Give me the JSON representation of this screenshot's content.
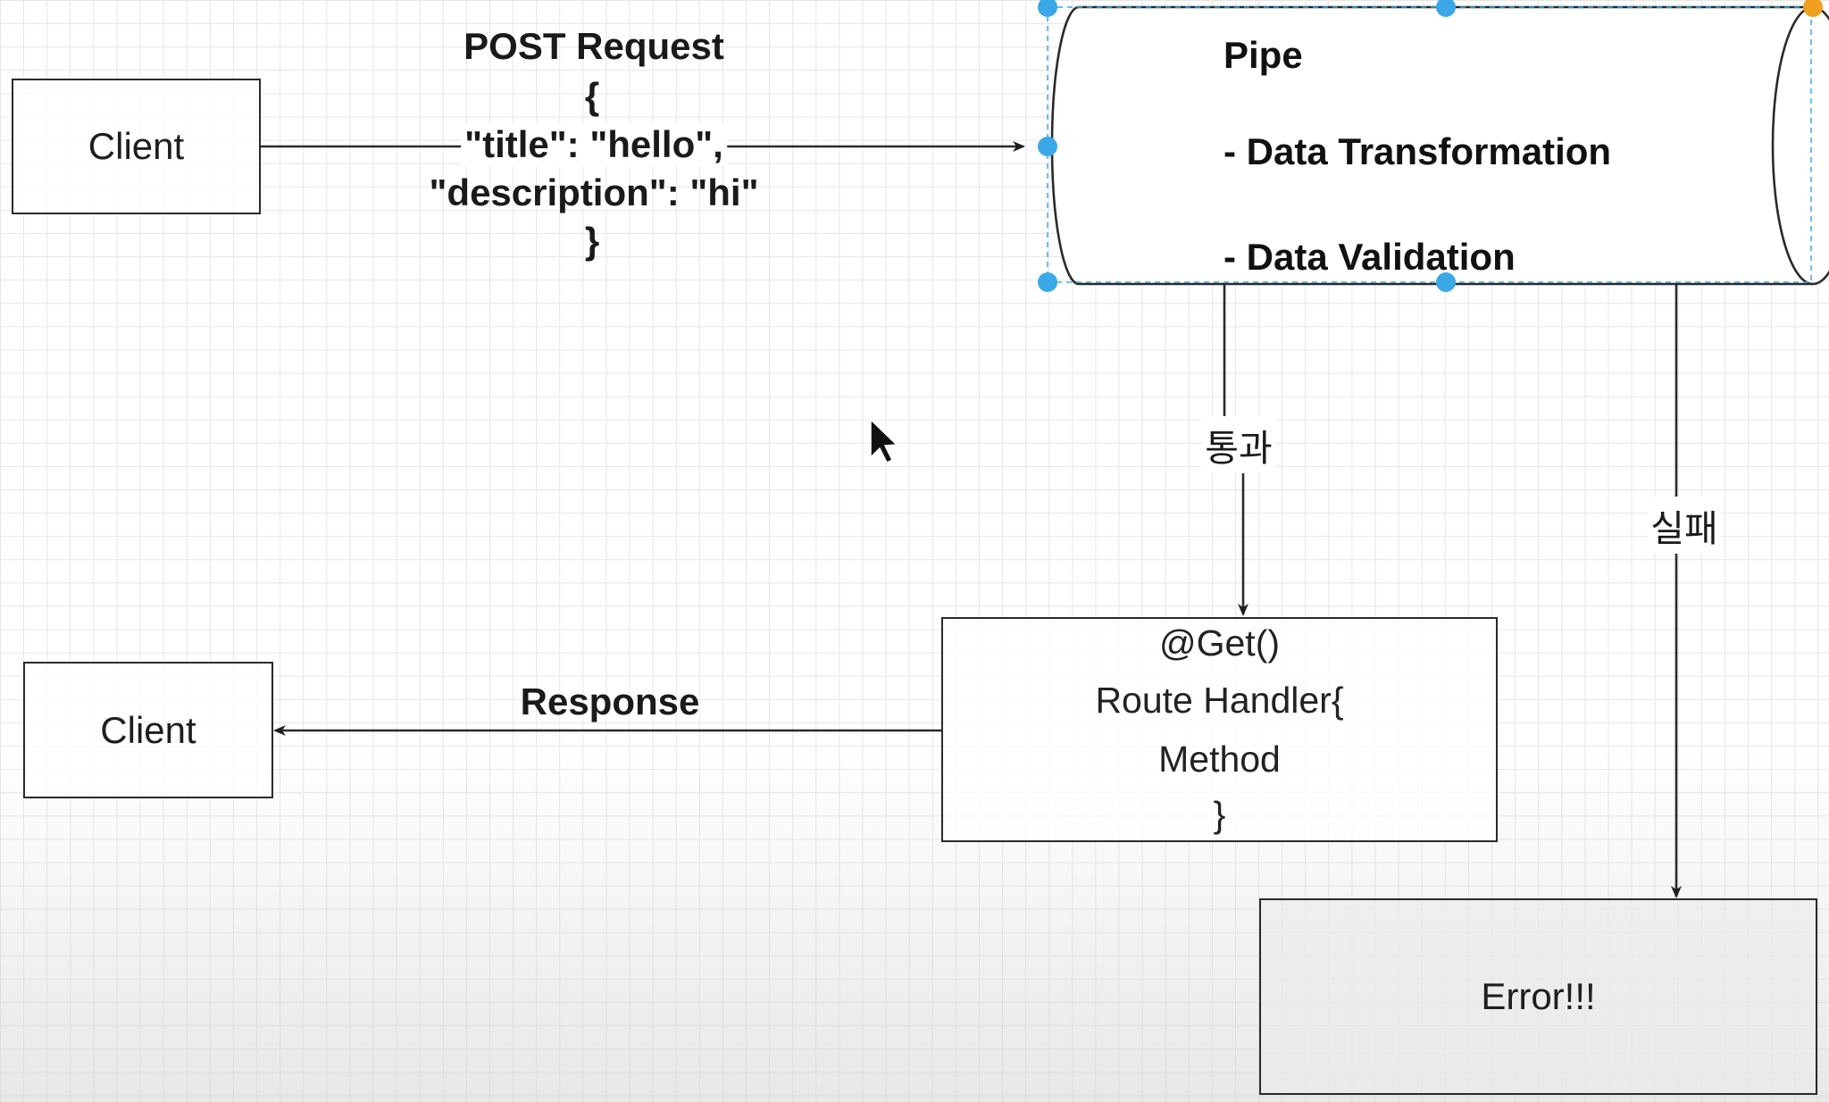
{
  "client_top": "Client",
  "client_bottom": "Client",
  "request": {
    "title": "POST Request",
    "open_brace": "{",
    "line1": "\"title\": \"hello\",",
    "line2": "\"description\": \"hi\"",
    "close_brace": "}"
  },
  "pipe": {
    "title": "Pipe",
    "item1": "- Data Transformation",
    "item2": "- Data Validation"
  },
  "pass_label": "통과",
  "fail_label": "실패",
  "response_label": "Response",
  "handler": {
    "line1": "@Get()",
    "line2": "Route Handler{",
    "line3": "Method",
    "line4": "}"
  },
  "error_label": "Error!!!",
  "colors": {
    "selection_handle": "#3aa8e6",
    "corner_handle": "#f0a020",
    "stroke": "#2a2a2a"
  }
}
